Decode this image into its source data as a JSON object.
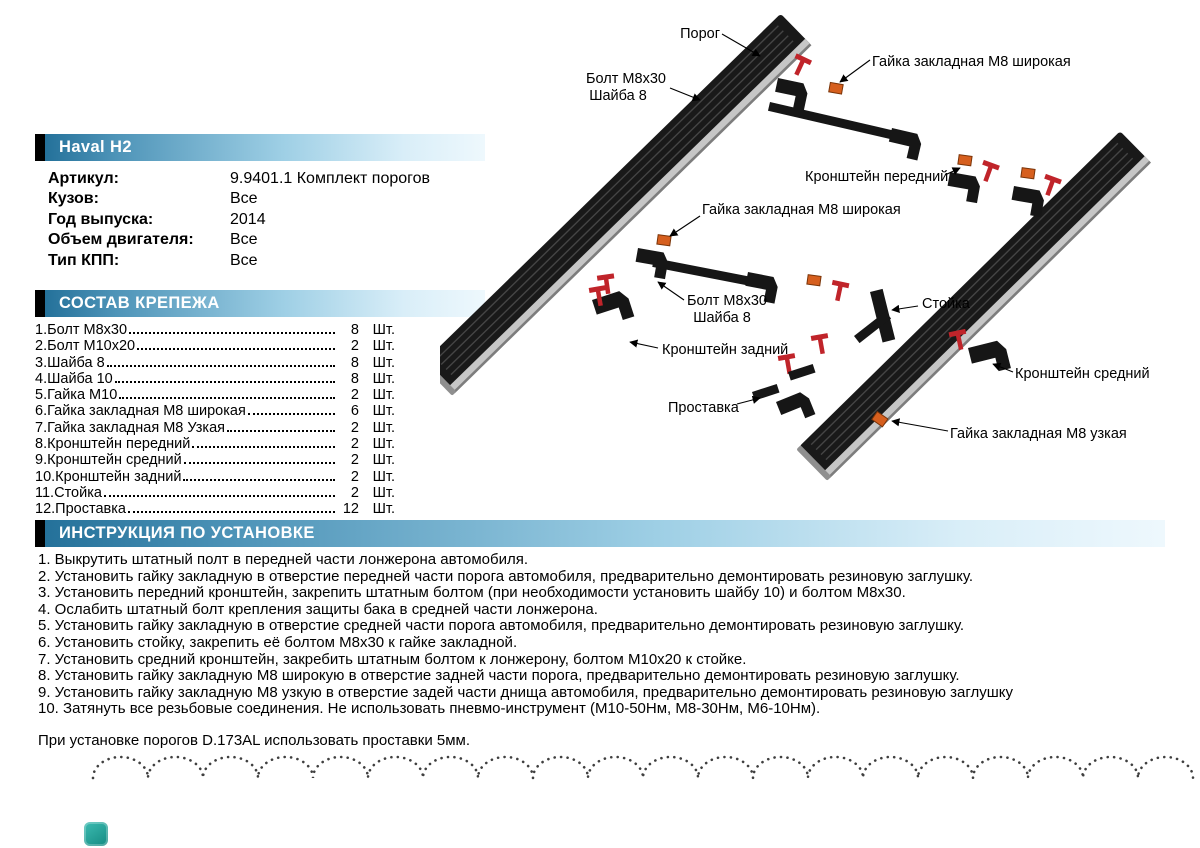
{
  "page": {
    "title": "Haval H2"
  },
  "specs": {
    "rows": [
      {
        "label": "Артикул:",
        "value": "9.9401.1 Комплект порогов"
      },
      {
        "label": "Кузов:",
        "value": "Все"
      },
      {
        "label": "Год выпуска:",
        "value": "2014"
      },
      {
        "label": "Объем двигателя:",
        "value": "Все"
      },
      {
        "label": "Тип КПП:",
        "value": "Все"
      }
    ]
  },
  "parts": {
    "title": "СОСТАВ КРЕПЕЖА",
    "items": [
      {
        "num": "1.",
        "name": "Болт М8х30",
        "qty": "8",
        "unit": "Шт."
      },
      {
        "num": "2.",
        "name": "Болт М10х20",
        "qty": "2",
        "unit": "Шт."
      },
      {
        "num": "3.",
        "name": "Шайба 8",
        "qty": "8",
        "unit": "Шт."
      },
      {
        "num": "4.",
        "name": "Шайба 10",
        "qty": "8",
        "unit": "Шт."
      },
      {
        "num": "5.",
        "name": "Гайка М10",
        "qty": "2",
        "unit": "Шт."
      },
      {
        "num": "6.",
        "name": "Гайка закладная М8 широкая",
        "qty": "6",
        "unit": "Шт."
      },
      {
        "num": "7.",
        "name": "Гайка закладная М8 Узкая",
        "qty": "2",
        "unit": "Шт."
      },
      {
        "num": "8.",
        "name": "Кронштейн передний",
        "qty": "2",
        "unit": "Шт."
      },
      {
        "num": "9.",
        "name": "Кронштейн средний",
        "qty": "2",
        "unit": "Шт."
      },
      {
        "num": "10.",
        "name": "Кронштейн задний",
        "qty": "2",
        "unit": "Шт."
      },
      {
        "num": "11.",
        "name": "Стойка",
        "qty": "2",
        "unit": "Шт."
      },
      {
        "num": "12.",
        "name": "Проставка",
        "qty": "12",
        "unit": "Шт."
      }
    ]
  },
  "diagram": {
    "labels": {
      "porog": "Порог",
      "gaika_wide_top": "Гайка закладная М8 широкая",
      "bolt_top_1": "Болт М8х30",
      "bolt_top_2": "Шайба 8",
      "kronshtein_peredniy": "Кронштейн передний",
      "gaika_wide_mid": "Гайка закладная М8 широкая",
      "bolt_mid_1": "Болт М8х30",
      "bolt_mid_2": "Шайба 8",
      "stoika": "Стойка",
      "kronshtein_zadniy": "Кронштейн задний",
      "kronshtein_sredniy": "Кронштейн средний",
      "prostavka": "Проставка",
      "gaika_uzkaya": "Гайка закладная М8 узкая"
    }
  },
  "instructions": {
    "title": "ИНСТРУКЦИЯ ПО УСТАНОВКЕ",
    "items": [
      "1. Выкрутить штатный полт в передней части лонжерона автомобиля.",
      "2. Установить гайку закладную в отверстие передней части порога автомобиля, предварительно демонтировать резиновую заглушку.",
      "3. Установить передний кронштейн, закрепить штатным болтом (при необходимости установить шайбу 10) и болтом М8х30.",
      "4. Ослабить штатный болт крепления защиты бака в средней части лонжерона.",
      "5. Установить гайку закладную в отверстие средней части порога автомобиля, предварительно демонтировать резиновую заглушку.",
      "6. Установить стойку, закрепить её болтом М8х30 к гайке закладной.",
      "7. Установить средний кронштейн, закребить штатным болтом к лонжерону, болтом М10х20 к стойке.",
      "8. Установить гайку закладную М8 широкую в отверстие задней части порога, предварительно демонтировать резиновую заглушку.",
      "9. Установить гайку закладную М8 узкую в отверстие задей части днища автомобиля, предварительно демонтировать резиновую заглушку",
      "10. Затянуть все резьбовые соединения. Не использовать пневмо-инструмент (М10-50Нм, М8-30Нм, М6-10Нм)."
    ],
    "note": "При установке порогов D.173AL использовать проставки 5мм."
  }
}
